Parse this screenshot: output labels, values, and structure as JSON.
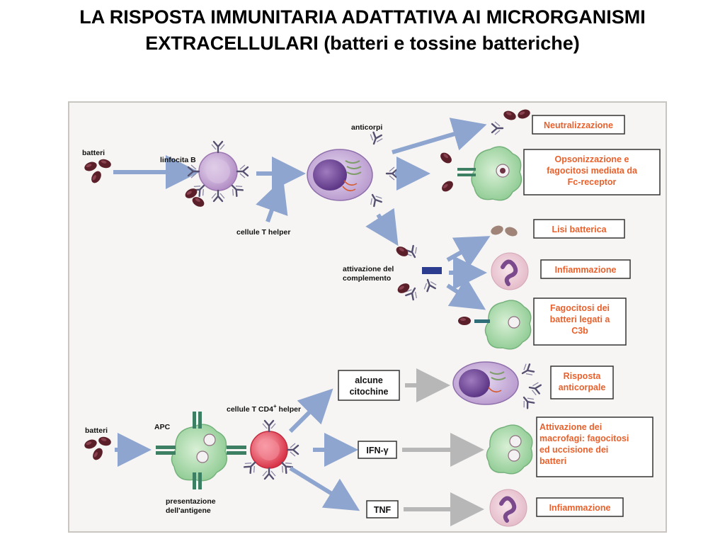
{
  "title": "LA RISPOSTA IMMUNITARIA ADATTATIVA AI MICRORGANISMI EXTRACELLULARI (batteri e tossine batteriche)",
  "top": {
    "batteri": "batteri",
    "linfocita": "linfocita B",
    "anticorpi": "anticorpi",
    "t_helper": "cellule T helper",
    "complemento": [
      "attivazione del",
      "complemento"
    ],
    "outcomes": {
      "neutralizzazione": [
        "Neutralizzazione"
      ],
      "opsonizzazione": [
        "Opsonizzazione e",
        "fagocitosi mediata da",
        "Fc-receptor"
      ],
      "lisi": [
        "Lisi batterica"
      ],
      "infiammazione": [
        "Infiammazione"
      ],
      "fagocitosi_c3b": [
        "Fagocitosi dei",
        "batteri legati a",
        "C3b"
      ]
    }
  },
  "bottom": {
    "batteri": "batteri",
    "apc": "APC",
    "cd4_main": "cellule T CD4",
    "cd4_sup": "+",
    "cd4_tail": " helper",
    "presentazione": [
      "presentazione",
      "dell'antigene"
    ],
    "cytokines": {
      "citochine": [
        "alcune",
        "citochine"
      ],
      "ifn": [
        "IFN-γ"
      ],
      "tnf": [
        "TNF"
      ]
    },
    "outcomes": {
      "risposta": [
        "Risposta",
        "anticorpale"
      ],
      "attivazione": [
        "Attivazione dei",
        "macrofagi: fagocitosi",
        "ed uccisione dei",
        "batteri"
      ],
      "infiammazione": [
        "Infiammazione"
      ]
    }
  },
  "colors": {
    "arrow": "#8ea5cf",
    "gray_arrow": "#b7b7b7",
    "outcome_text": "#e8612c",
    "bacteria": "#5b1f2a",
    "b_cell": "#c9a6d6",
    "macrophage": "#9fd3a1",
    "t_cell": "#e2485a",
    "antibody": "#555070"
  }
}
